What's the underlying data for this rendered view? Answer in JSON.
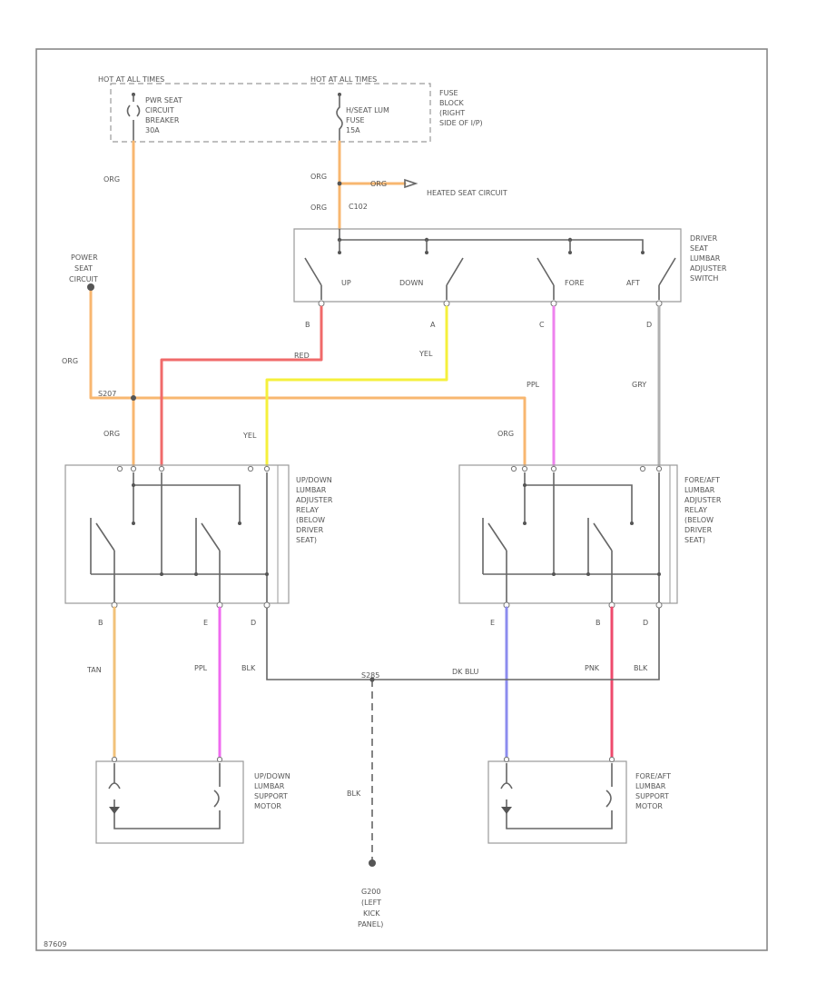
{
  "labels": {
    "fuse_left_header": "HOT AT ALL TIMES",
    "fuse_right_header": "HOT AT ALL TIMES",
    "breaker_name_1": "PWR SEAT",
    "breaker_name_2": "CIRCUIT",
    "breaker_name_3": "BREAKER",
    "breaker_rating": "30A",
    "fuse_name_1": "H/SEAT LUM",
    "fuse_name_2": "FUSE",
    "fuse_rating": "15A",
    "fuse_block_1": "FUSE",
    "fuse_block_2": "BLOCK",
    "fuse_block_3": "(RIGHT",
    "fuse_block_4": "SIDE OF I/P)",
    "wire_org_1": "ORG",
    "wire_org_2": "ORG",
    "wire_org_3": "ORG",
    "wire_org_4": "ORG",
    "wire_org_5": "ORG",
    "wire_org_6": "ORG",
    "wire_org_7": "ORG",
    "heated_seat": "HEATED SEAT CIRCUIT",
    "splice_c102": "C102",
    "splice_s207": "S207",
    "power_seat_1": "POWER",
    "power_seat_2": "SEAT",
    "power_seat_3": "CIRCUIT",
    "switch_up": "UP",
    "switch_down": "DOWN",
    "switch_fore": "FORE",
    "switch_aft": "AFT",
    "switch_name_1": "DRIVER",
    "switch_name_2": "SEAT",
    "switch_name_3": "LUMBAR",
    "switch_name_4": "ADJUSTER",
    "switch_name_5": "SWITCH",
    "pin_b": "B",
    "pin_a": "A",
    "pin_c": "C",
    "pin_d": "D",
    "wire_red": "RED",
    "wire_yel": "YEL",
    "wire_yel_2": "YEL",
    "wire_ppl": "PPL",
    "wire_gry": "GRY",
    "relay1_1": "UP/DOWN",
    "relay1_2": "LUMBAR",
    "relay1_3": "ADJUSTER",
    "relay1_4": "RELAY",
    "relay1_5": "(BELOW",
    "relay1_6": "DRIVER",
    "relay1_7": "SEAT)",
    "relay2_1": "FORE/AFT",
    "relay2_2": "LUMBAR",
    "relay2_3": "ADJUSTER",
    "relay2_4": "RELAY",
    "relay2_5": "(BELOW",
    "relay2_6": "DRIVER",
    "relay2_7": "SEAT)",
    "relay1_pin_b": "B",
    "relay1_pin_e": "E",
    "relay1_pin_d": "D",
    "relay2_pin_e": "E",
    "relay2_pin_b": "B",
    "relay2_pin_d": "D",
    "wire_tan": "TAN",
    "wire_ppl_2": "PPL",
    "wire_blk_1": "BLK",
    "wire_dkblu": "DK BLU",
    "wire_pnk": "PNK",
    "wire_blk_2": "BLK",
    "splice_s285": "S285",
    "wire_blk_3": "BLK",
    "motor1_1": "UP/DOWN",
    "motor1_2": "LUMBAR",
    "motor1_3": "SUPPORT",
    "motor1_4": "MOTOR",
    "motor2_1": "FORE/AFT",
    "motor2_2": "LUMBAR",
    "motor2_3": "SUPPORT",
    "motor2_4": "MOTOR",
    "ground_1": "G200",
    "ground_2": "(LEFT",
    "ground_3": "KICK",
    "ground_4": "PANEL)",
    "figure_id": "87609"
  },
  "colors": {
    "orange": "#f8b770",
    "red": "#f06a6a",
    "yellow": "#f5f03c",
    "violet": "#ee82ee",
    "gray": "#b0b0b0",
    "tan": "#f2c27a",
    "magenta": "#ef6bef",
    "blue": "#8c8cee",
    "pink": "#ee4a6c",
    "black": "#555555"
  }
}
